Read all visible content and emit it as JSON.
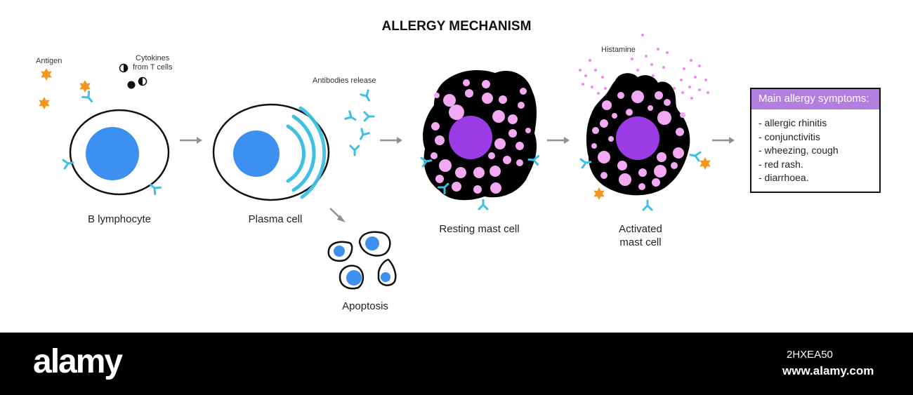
{
  "title": "ALLERGY MECHANISM",
  "labels": {
    "antigen": "Antigen",
    "cytokines_line1": "Cytokines",
    "cytokines_line2": "from T cells",
    "antibodies_release": "Antibodies release",
    "histamine": "Histamine",
    "b_lymphocyte": "B lymphocyte",
    "plasma_cell": "Plasma cell",
    "apoptosis": "Apoptosis",
    "resting_mast_cell": "Resting mast cell",
    "activated_line1": "Activated",
    "activated_line2": "mast cell"
  },
  "symptoms": {
    "heading": "Main allergy symptoms:",
    "items": [
      "- allergic rhinitis",
      "- conjunctivitis",
      "- wheezing, cough",
      "- red rash.",
      "- diarrhoea."
    ]
  },
  "footer": {
    "logo": "alamy",
    "image_id": "2HXEA50",
    "url": "www.alamy.com"
  },
  "colors": {
    "nucleus": "#3d8ff0",
    "antibody": "#3ec0e6",
    "antigen": "#f7941d",
    "mast_nucleus": "#9b3be6",
    "granule": "#f2a8f2",
    "arrow": "#8c9298",
    "accent": "#b27fe0"
  }
}
